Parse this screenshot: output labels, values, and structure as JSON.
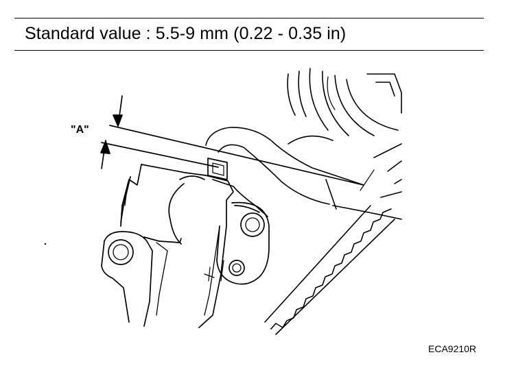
{
  "header": {
    "spec_text": "Standard value : 5.5-9 mm (0.22 - 0.35 in)"
  },
  "diagram": {
    "dimension_label": "\"A\"",
    "figure_code": "ECA9210R"
  },
  "colors": {
    "line": "#000000",
    "background": "#ffffff"
  }
}
